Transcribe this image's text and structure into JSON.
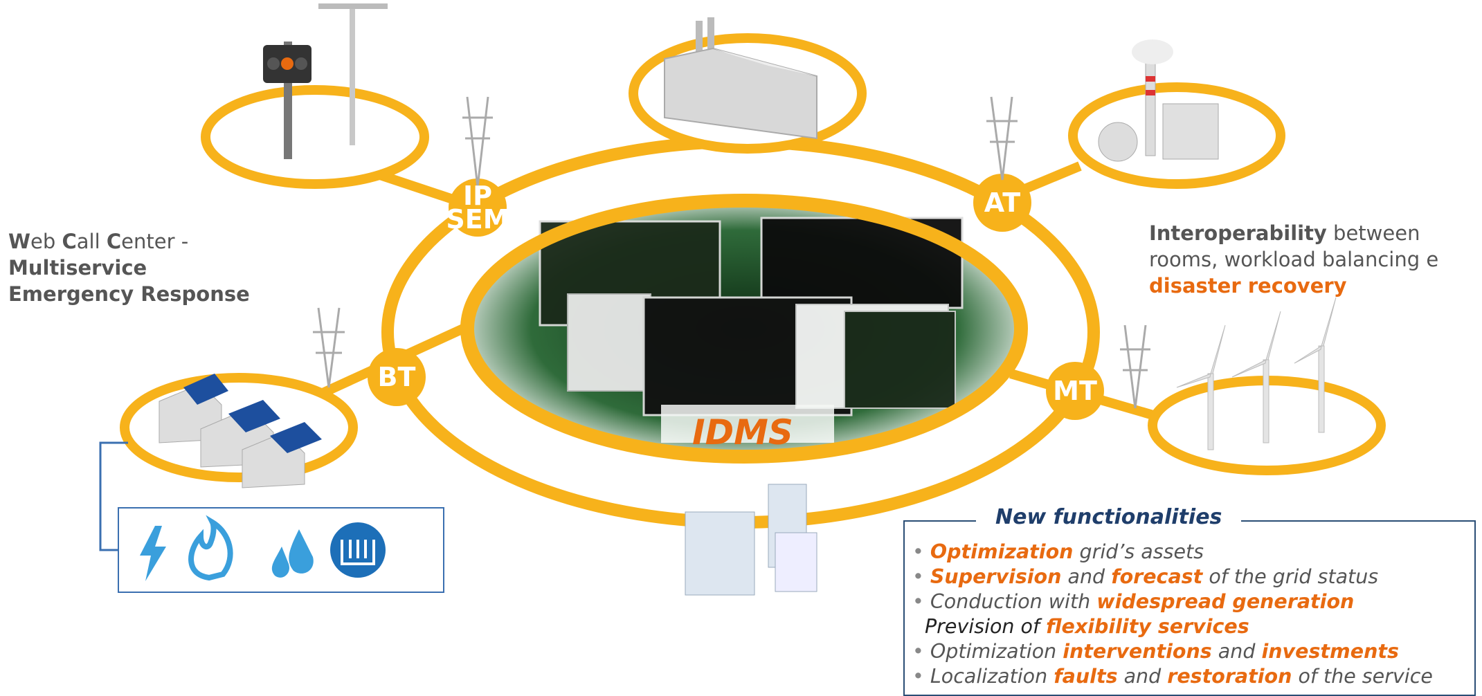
{
  "center_label": "IDMS",
  "nodes": {
    "ip_sem": [
      "IP",
      "SEM"
    ],
    "at": "AT",
    "bt": "BT",
    "mt": "MT"
  },
  "left_text": {
    "w": "W",
    "eb": "eb ",
    "c1": "C",
    "all": "all ",
    "c2": "C",
    "enter": "enter -",
    "line2": "Multiservice",
    "line3": "Emergency Response"
  },
  "right_text": {
    "bold": "Interoperability",
    "rest1": " between",
    "line2": "rooms, workload balancing e",
    "line3": "disaster recovery"
  },
  "functionalities": {
    "title": "New functionalities",
    "items": [
      {
        "a": "Optimization",
        "b": " grid’s assets"
      },
      {
        "a": "Supervision",
        "b": " and ",
        "c": "forecast",
        "d": " of the grid status"
      },
      {
        "a": "Conduction with ",
        "b": "widespread generation"
      },
      {
        "a": "Prevision of ",
        "b": "flexibility services"
      },
      {
        "a": "Optimization ",
        "b": "interventions",
        "c": " and ",
        "d": "investments"
      },
      {
        "a": "Localization ",
        "b": "faults",
        "c": " and ",
        "d": "restoration",
        "e": " of the service"
      }
    ]
  },
  "utility_icons": [
    "lightning-icon",
    "flame-icon",
    "water-drops-icon",
    "heating-icon"
  ],
  "colors": {
    "ring": "#f7b21b",
    "accent": "#e86a10",
    "navy": "#1f3e6b",
    "util_blue": "#3a9fdc"
  }
}
